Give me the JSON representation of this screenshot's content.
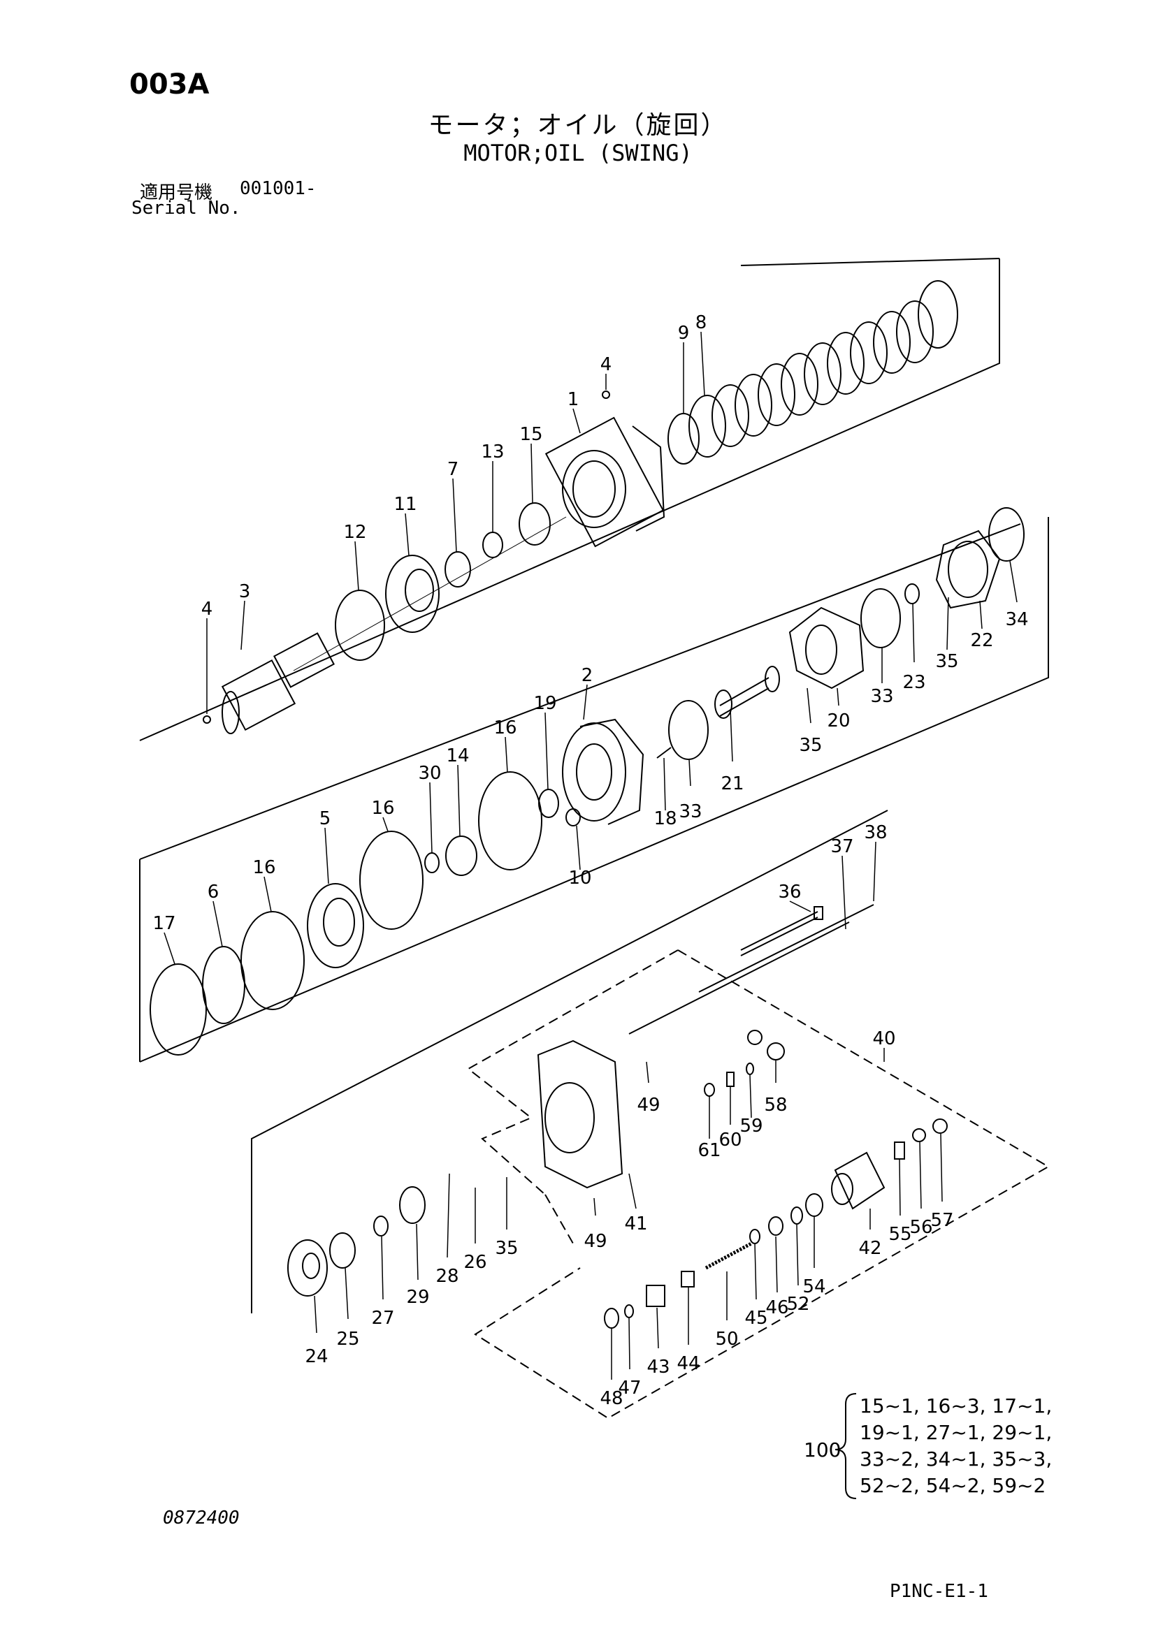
{
  "header": {
    "page_code": "003A",
    "title_jp": "モータ；オイル（旋回）",
    "title_en": "MOTOR;OIL (SWING)",
    "serial_label_jp": "適用号機",
    "serial_value": "001001-",
    "serial_label_en": "Serial No."
  },
  "callouts": [
    {
      "label": "1"
    },
    {
      "label": "2"
    },
    {
      "label": "3"
    },
    {
      "label": "4"
    },
    {
      "label": "4"
    },
    {
      "label": "5"
    },
    {
      "label": "6"
    },
    {
      "label": "7"
    },
    {
      "label": "8"
    },
    {
      "label": "9"
    },
    {
      "label": "10"
    },
    {
      "label": "11"
    },
    {
      "label": "12"
    },
    {
      "label": "13"
    },
    {
      "label": "14"
    },
    {
      "label": "15"
    },
    {
      "label": "16"
    },
    {
      "label": "16"
    },
    {
      "label": "16"
    },
    {
      "label": "17"
    },
    {
      "label": "18"
    },
    {
      "label": "19"
    },
    {
      "label": "20"
    },
    {
      "label": "21"
    },
    {
      "label": "22"
    },
    {
      "label": "23"
    },
    {
      "label": "24"
    },
    {
      "label": "25"
    },
    {
      "label": "26"
    },
    {
      "label": "27"
    },
    {
      "label": "28"
    },
    {
      "label": "29"
    },
    {
      "label": "30"
    },
    {
      "label": "33"
    },
    {
      "label": "33"
    },
    {
      "label": "34"
    },
    {
      "label": "35"
    },
    {
      "label": "35"
    },
    {
      "label": "35"
    },
    {
      "label": "36"
    },
    {
      "label": "37"
    },
    {
      "label": "38"
    },
    {
      "label": "40"
    },
    {
      "label": "41"
    },
    {
      "label": "42"
    },
    {
      "label": "43"
    },
    {
      "label": "44"
    },
    {
      "label": "45"
    },
    {
      "label": "46"
    },
    {
      "label": "47"
    },
    {
      "label": "48"
    },
    {
      "label": "49"
    },
    {
      "label": "49"
    },
    {
      "label": "50"
    },
    {
      "label": "52"
    },
    {
      "label": "54"
    },
    {
      "label": "55"
    },
    {
      "label": "56"
    },
    {
      "label": "57"
    },
    {
      "label": "58"
    },
    {
      "label": "59"
    },
    {
      "label": "60"
    },
    {
      "label": "61"
    }
  ],
  "kit": {
    "number": "100",
    "lines": [
      "15~1, 16~3, 17~1,",
      "19~1, 27~1, 29~1,",
      "33~2, 34~1, 35~3,",
      "52~2, 54~2, 59~2"
    ]
  },
  "footer": {
    "drawing_number": "0872400",
    "page_ref": "P1NC-E1-1"
  }
}
